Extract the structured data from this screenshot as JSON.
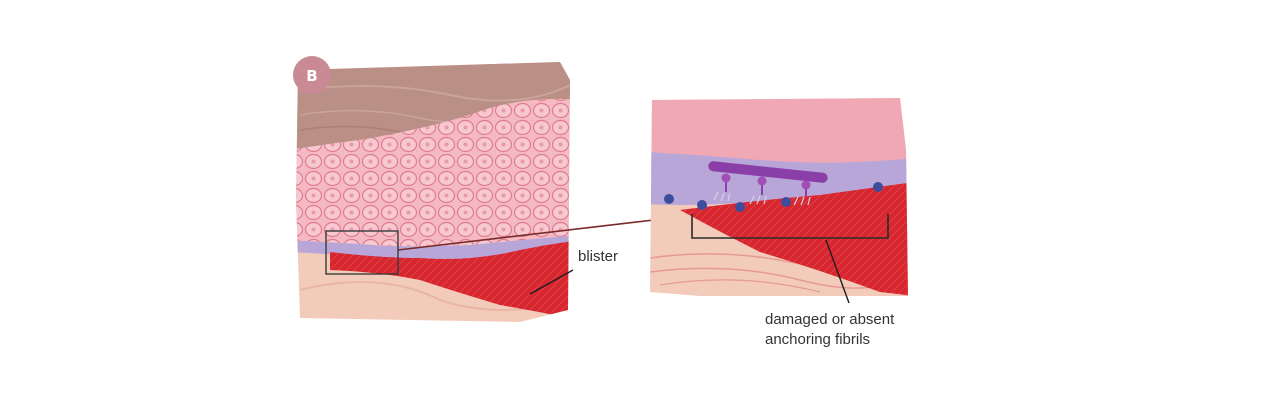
{
  "figure": {
    "panel_label": "B",
    "labels": {
      "blister": "blister",
      "fibrils_line1": "damaged or absent",
      "fibrils_line2": "anchoring fibrils"
    },
    "colors": {
      "badge": "#c98a96",
      "stratum_corneum": "#b98f86",
      "epidermis_cells": "#f2b5bf",
      "cell_outline": "#e37f92",
      "basement_membrane": "#b9a6d8",
      "blister_fluid": "#d8262f",
      "dermis": "#f3cbbb",
      "hemidesmosome_plaque": "#8a3fa8",
      "integrin_dots": "#3c4d9c",
      "callout_line": "#333333"
    }
  }
}
